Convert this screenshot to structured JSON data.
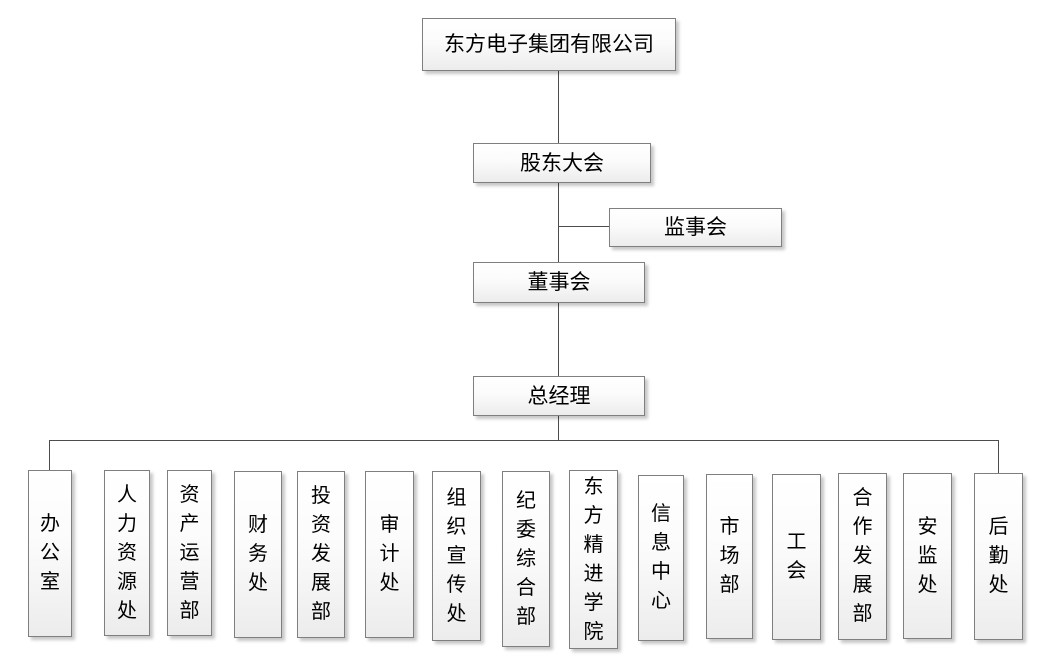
{
  "org_chart": {
    "root_label": "东方电子集团有限公司",
    "shareholders_label": "股东大会",
    "supervisory_label": "监事会",
    "board_label": "董事会",
    "general_manager_label": "总经理",
    "departments": [
      {
        "label": "办公室"
      },
      {
        "label": "人力资源处"
      },
      {
        "label": "资产运营部"
      },
      {
        "label": "财务处"
      },
      {
        "label": "投资发展部"
      },
      {
        "label": "审计处"
      },
      {
        "label": "组织宣传处"
      },
      {
        "label": "纪委综合部"
      },
      {
        "label": "东方精进学院"
      },
      {
        "label": "信息中心"
      },
      {
        "label": "市场部"
      },
      {
        "label": "工会"
      },
      {
        "label": "合作发展部"
      },
      {
        "label": "安监处"
      },
      {
        "label": "后勤处"
      }
    ],
    "colors": {
      "background": "#ffffff",
      "box_border": "#7f7f7f",
      "box_fill_top": "#ffffff",
      "box_fill_bottom": "#ececec",
      "connector_line": "#4d4d4d",
      "text": "#000000"
    }
  }
}
